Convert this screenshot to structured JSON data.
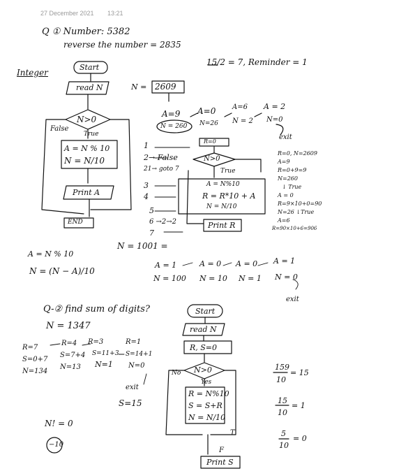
{
  "meta": {
    "date": "27 December 2021",
    "time": "13:21"
  },
  "q1": {
    "title": "Q ① Number: 5382",
    "subtitle": "reverse the number = 2835",
    "side_label": "Integer",
    "division_note": "15/2 = 7, Reminder = 1",
    "n_value_label": "N =",
    "n_value": "2609",
    "flow": {
      "start": "Start",
      "read": "read N",
      "cond": "N>0",
      "false": "False",
      "true": "True",
      "assign_a": "A = N % 10",
      "assign_n": "N = N/10",
      "print": "Print A",
      "end": "END"
    },
    "trace": {
      "a9": "A=9",
      "n260": "N = 260",
      "a0": "A=0",
      "n26": "N=26",
      "a6": "A=6",
      "n2": "N = 2",
      "a2": "A = 2",
      "n0": "N=0",
      "exit": "exit",
      "r_init": "R=0",
      "step1": "1",
      "step2": "2",
      "step2b": "2→ False",
      "step21": "21→ goto 7",
      "step3": "3",
      "step4": "4",
      "step5": "5",
      "step6": "6 →2→2",
      "step7": "7"
    },
    "flow2": {
      "cond": "N>0",
      "true": "True",
      "a": "A = N%10",
      "r": "R = R*10 + A",
      "n": "N = N/10",
      "print": "Print R"
    },
    "right_trace": [
      "R=0, N=2609",
      "A=9",
      "R=0+9=9",
      "N=260",
      "↓ True",
      "A = 0",
      "R=9×10+0=90",
      "N=26 ↓True",
      "A=6",
      "R=90×10+6=906"
    ],
    "mod_note_a": "A = N % 10",
    "mod_note_n": "N = (N − A)/10",
    "n1001": "N = 1001 =",
    "bottom_trace": {
      "a1": "A = 1",
      "n100": "N = 100",
      "a0a": "A = 0",
      "n10": "N = 10",
      "a0b": "A = 0",
      "n1": "N = 1",
      "a1b": "A = 1",
      "n0": "N = 0",
      "exit": "exit"
    }
  },
  "q2": {
    "title": "Q-② find sum of digits?",
    "n_value": "N = 1347",
    "trace": {
      "r7": "R=7",
      "s7": "S=0+7",
      "n134": "N=134",
      "r4": "R=4",
      "s74": "S=7+4",
      "n13": "N=13",
      "r3": "R=3",
      "s113": "S=11+3",
      "n1": "N=1",
      "r1": "R=1",
      "s141": "S=14+1",
      "n0": "N=0",
      "exit": "exit",
      "s15": "S=15"
    },
    "factorial": "N! = 0",
    "minus10": "−10",
    "flow": {
      "start": "Start",
      "read": "read N",
      "init": "R, S=0",
      "cond": "N>0",
      "no": "No",
      "yes": "Yes",
      "r": "R = N%10",
      "s": "S = S+R",
      "n": "N = N/10",
      "t": "T",
      "f": "F",
      "print": "Print S"
    },
    "fractions": {
      "a_num": "159",
      "a_den": "10",
      "a_res": "= 15",
      "b_num": "15",
      "b_den": "10",
      "b_res": "= 1",
      "c_num": "5",
      "c_den": "10",
      "c_res": "= 0"
    }
  }
}
